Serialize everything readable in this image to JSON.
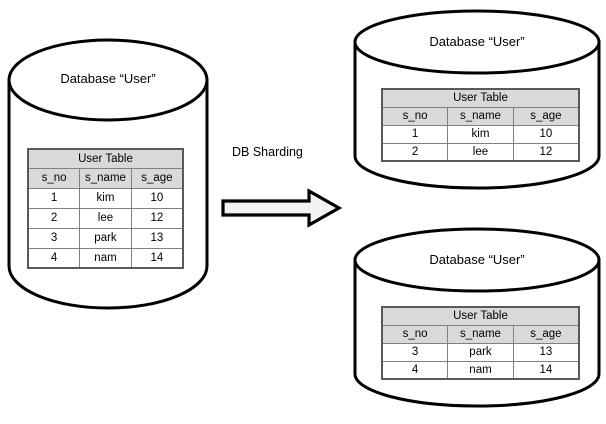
{
  "diagram": {
    "title": "DB Sharding",
    "caption_label": "DB Sharding",
    "arrow_icon": "right-block-arrow-icon",
    "colors": {
      "stroke": "#000000",
      "header_fill": "#d9d9d9",
      "cell_fill": "#ffffff",
      "cell_border": "#808080",
      "arrow_fill": "#f2f2f2",
      "arrow_stroke": "#000000",
      "background": "#ffffff",
      "text": "#000000"
    }
  },
  "source_database": {
    "label": "Database “User”",
    "table": {
      "title": "User Table",
      "columns": [
        "s_no",
        "s_name",
        "s_age"
      ],
      "rows": [
        [
          "1",
          "kim",
          "10"
        ],
        [
          "2",
          "lee",
          "12"
        ],
        [
          "3",
          "park",
          "13"
        ],
        [
          "4",
          "nam",
          "14"
        ]
      ]
    }
  },
  "shard_databases": [
    {
      "label": "Database “User”",
      "table": {
        "title": "User Table",
        "columns": [
          "s_no",
          "s_name",
          "s_age"
        ],
        "rows": [
          [
            "1",
            "kim",
            "10"
          ],
          [
            "2",
            "lee",
            "12"
          ]
        ]
      }
    },
    {
      "label": "Database “User”",
      "table": {
        "title": "User Table",
        "columns": [
          "s_no",
          "s_name",
          "s_age"
        ],
        "rows": [
          [
            "3",
            "park",
            "13"
          ],
          [
            "4",
            "nam",
            "14"
          ]
        ]
      }
    }
  ]
}
